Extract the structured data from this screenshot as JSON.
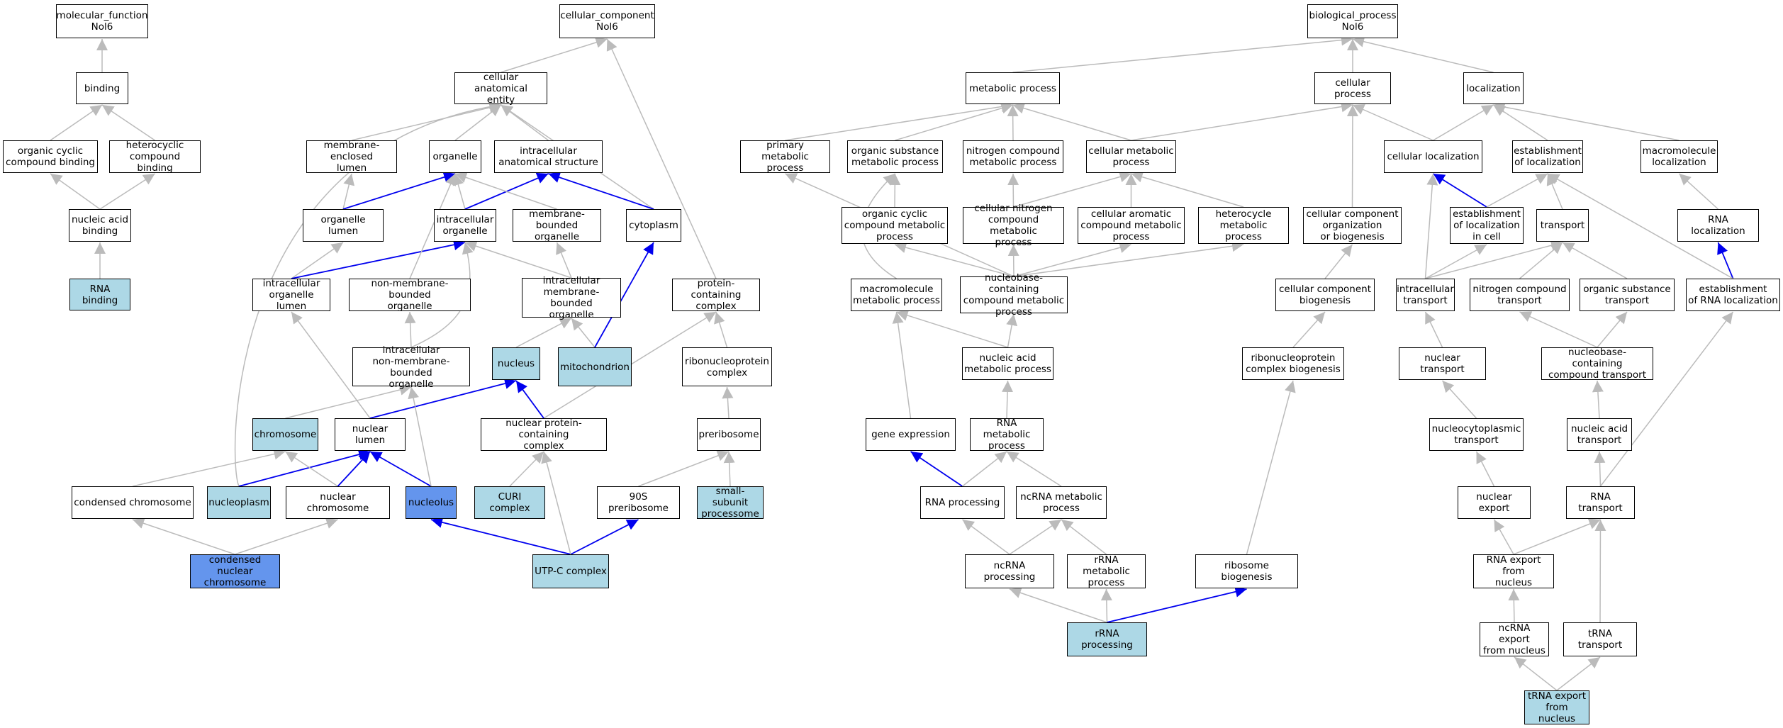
{
  "colors": {
    "edge_gray": "#bbbbbb",
    "edge_blue": "#0000ee",
    "light_node": "#add8e6",
    "dark_node": "#6495ed"
  },
  "nodes": {
    "mf_root": "molecular_function\nNol6",
    "binding": "binding",
    "organic_cyclic_binding": "organic cyclic\ncompound binding",
    "heterocyclic_binding": "heterocyclic\ncompound binding",
    "nucleic_acid_binding": "nucleic acid\nbinding",
    "rna_binding": "RNA binding",
    "cc_root": "cellular_component\nNol6",
    "cellular_anatomical_entity": "cellular anatomical\nentity",
    "membrane_enclosed_lumen": "membrane-enclosed\nlumen",
    "organelle": "organelle",
    "intracellular_anatomical_structure": "intracellular\nanatomical structure",
    "organelle_lumen": "organelle lumen",
    "intracellular_organelle": "intracellular\norganelle",
    "membrane_bounded_organelle": "membrane-bounded\norganelle",
    "cytoplasm": "cytoplasm",
    "intracellular_organelle_lumen": "intracellular\norganelle lumen",
    "non_membrane_bounded_organelle": "non-membrane-bounded\norganelle",
    "intracellular_membrane_bounded_organelle": "intracellular\nmembrane-bounded\norganelle",
    "protein_containing_complex": "protein-containing\ncomplex",
    "intracellular_non_membrane_bounded_organelle": "intracellular\nnon-membrane-bounded\norganelle",
    "nucleus": "nucleus",
    "mitochondrion": "mitochondrion",
    "ribonucleoprotein_complex": "ribonucleoprotein\ncomplex",
    "chromosome": "chromosome",
    "nuclear_lumen": "nuclear lumen",
    "nuclear_protein_containing_complex": "nuclear protein-containing\ncomplex",
    "preribosome": "preribosome",
    "condensed_chromosome": "condensed chromosome",
    "nucleoplasm": "nucleoplasm",
    "nuclear_chromosome": "nuclear chromosome",
    "nucleolus": "nucleolus",
    "curi_complex": "CURI complex",
    "preribosome_90s": "90S preribosome",
    "small_subunit_processome": "small-subunit\nprocessome",
    "condensed_nuclear_chromosome": "condensed nuclear\nchromosome",
    "utp_c_complex": "UTP-C complex",
    "bp_root": "biological_process\nNol6",
    "metabolic_process": "metabolic process",
    "cellular_process": "cellular process",
    "localization": "localization",
    "primary_metabolic_process": "primary metabolic\nprocess",
    "organic_substance_metabolic_process": "organic substance\nmetabolic process",
    "nitrogen_compound_metabolic_process": "nitrogen compound\nmetabolic process",
    "cellular_metabolic_process": "cellular metabolic\nprocess",
    "cellular_localization": "cellular localization",
    "establishment_of_localization": "establishment\nof localization",
    "macromolecule_localization": "macromolecule\nlocalization",
    "organic_cyclic_compound_metabolic_process": "organic cyclic\ncompound metabolic\nprocess",
    "cellular_nitrogen_compound_metabolic_process": "cellular nitrogen\ncompound metabolic\nprocess",
    "cellular_aromatic_compound_metabolic_process": "cellular aromatic\ncompound metabolic\nprocess",
    "heterocycle_metabolic_process": "heterocycle\nmetabolic process",
    "cellular_component_organization_or_biogenesis": "cellular component\norganization\nor biogenesis",
    "establishment_of_localization_in_cell": "establishment\nof localization\nin cell",
    "transport": "transport",
    "rna_localization": "RNA localization",
    "macromolecule_metabolic_process": "macromolecule\nmetabolic process",
    "nucleobase_containing_compound_metabolic_process": "nucleobase-containing\ncompound metabolic\nprocess",
    "cellular_component_biogenesis": "cellular component\nbiogenesis",
    "intracellular_transport": "intracellular\ntransport",
    "nitrogen_compound_transport": "nitrogen compound\ntransport",
    "organic_substance_transport": "organic substance\ntransport",
    "establishment_of_rna_localization": "establishment\nof RNA localization",
    "nucleic_acid_metabolic_process": "nucleic acid\nmetabolic process",
    "ribonucleoprotein_complex_biogenesis": "ribonucleoprotein\ncomplex biogenesis",
    "nuclear_transport": "nuclear transport",
    "nucleobase_containing_compound_transport": "nucleobase-containing\ncompound transport",
    "gene_expression": "gene expression",
    "rna_metabolic_process": "RNA metabolic\nprocess",
    "nucleocytoplasmic_transport": "nucleocytoplasmic\ntransport",
    "nucleic_acid_transport": "nucleic acid\ntransport",
    "rna_processing": "RNA processing",
    "ncrna_metabolic_process": "ncRNA metabolic\nprocess",
    "nuclear_export": "nuclear export",
    "rna_transport": "RNA transport",
    "ncrna_processing": "ncRNA processing",
    "rrna_metabolic_process": "rRNA metabolic\nprocess",
    "ribosome_biogenesis": "ribosome biogenesis",
    "rna_export_from_nucleus": "RNA export from\nnucleus",
    "rrna_processing": "rRNA processing",
    "ncrna_export_from_nucleus": "ncRNA export\nfrom nucleus",
    "trna_transport": "tRNA transport",
    "trna_export_from_nucleus": "tRNA export\nfrom nucleus"
  }
}
